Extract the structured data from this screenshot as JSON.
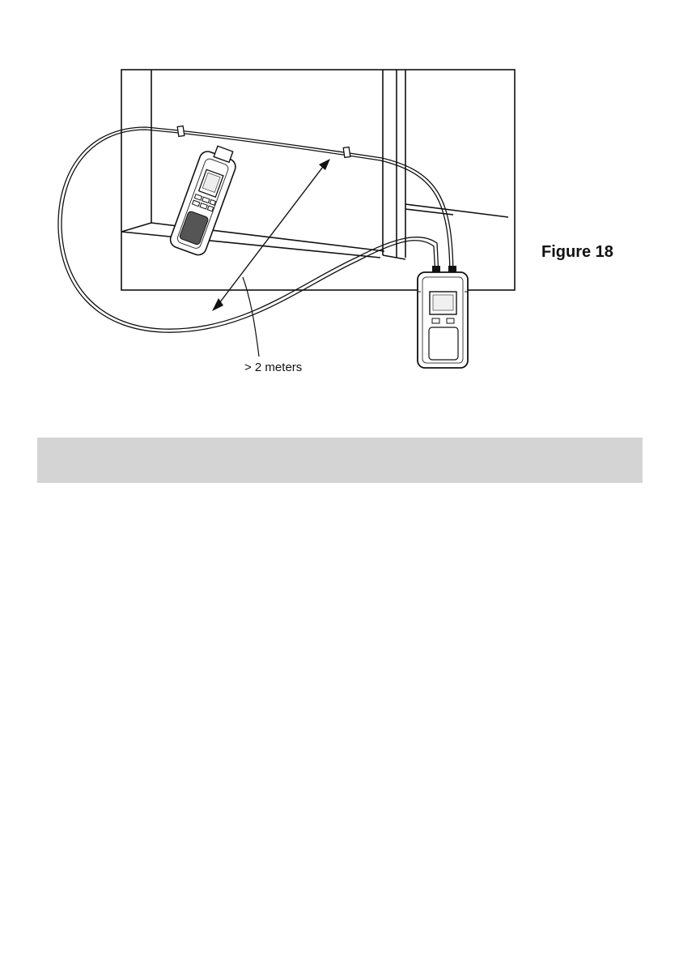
{
  "figure": {
    "caption": "Figure 18",
    "distance_label": "> 2 meters",
    "objects": [
      "handheld-tester-icon",
      "base-unit-icon",
      "test-cable",
      "cable-clip-icon",
      "double-arrow"
    ]
  },
  "section_banner": {
    "color": "#d4d4d4",
    "text": ""
  }
}
